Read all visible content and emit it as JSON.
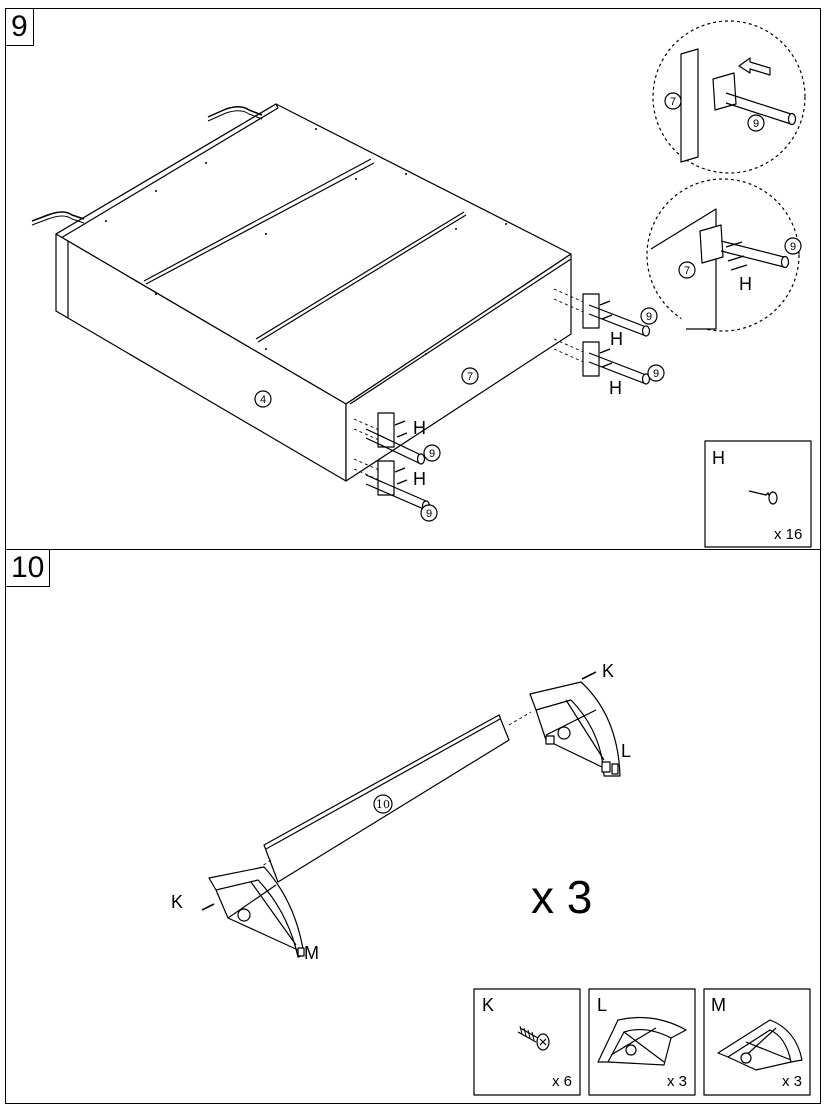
{
  "step9": {
    "number": "9",
    "labels": {
      "part_7_main": "7",
      "part_4_main": "4",
      "part_9": "9",
      "screw_h": "H",
      "detail_part_7": "7",
      "detail_part_9": "9"
    },
    "hardware_box": {
      "letter": "H",
      "quantity": "x 16"
    }
  },
  "step10": {
    "number": "10",
    "labels": {
      "part_10": "10",
      "screw_k": "K",
      "bracket_l": "L",
      "bracket_m": "M",
      "multiplier": "x 3"
    },
    "hardware_boxes": [
      {
        "letter": "K",
        "quantity": "x 6"
      },
      {
        "letter": "L",
        "quantity": "x 3"
      },
      {
        "letter": "M",
        "quantity": "x 3"
      }
    ]
  },
  "colors": {
    "line": "#000000",
    "background": "#ffffff"
  }
}
